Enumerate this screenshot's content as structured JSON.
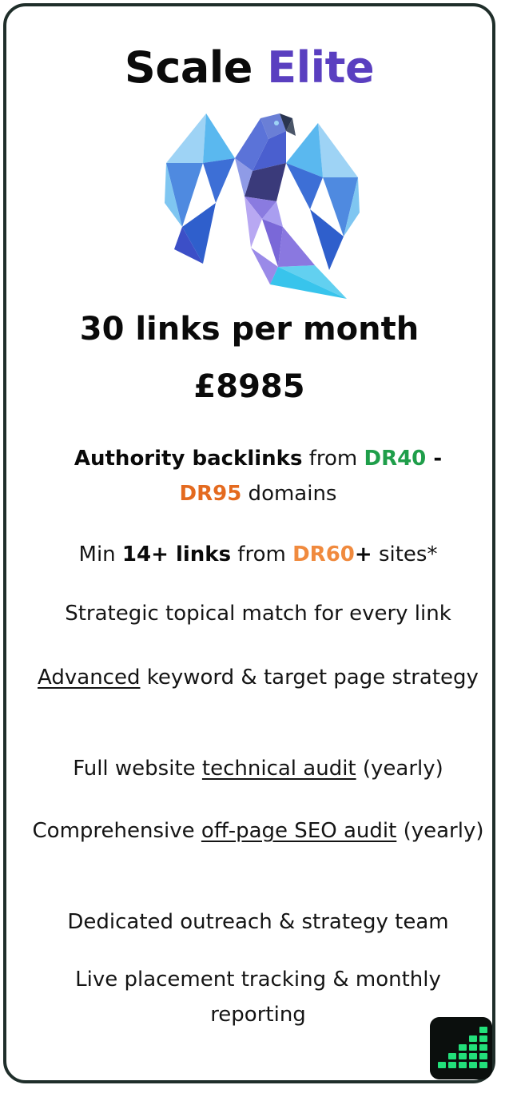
{
  "plan": {
    "title_main": "Scale",
    "title_accent": "Elite",
    "links_per_month": "30 links per month",
    "price": "£8985"
  },
  "features": {
    "f1": {
      "bold": "Authority backlinks",
      "text_from": " from ",
      "dr_low": "DR40",
      "dash": " -",
      "dr_high": "DR95",
      "tail": " domains"
    },
    "f2": {
      "prefix": "Min ",
      "bold": "14+ links",
      "mid": " from ",
      "dr": "DR60",
      "plus": "+",
      "tail": " sites*"
    },
    "f3": {
      "text": "Strategic topical match for every link"
    },
    "f4": {
      "underlined": "Advanced",
      "tail": " keyword & target page strategy"
    },
    "f5": {
      "prefix": "Full website ",
      "underlined": "technical audit",
      "tail": " (yearly)"
    },
    "f6": {
      "prefix": "Comprehensive ",
      "underlined": "off-page SEO audit",
      "tail": " (yearly)"
    },
    "f7": {
      "text": "Dedicated outreach & strategy team"
    },
    "f8": {
      "text": "Live placement tracking & monthly reporting"
    }
  },
  "colors": {
    "accent": "#5a3fc0",
    "dr_green": "#1f9e4a",
    "dr_orange": "#e46a1f",
    "dr_orange_light": "#f08a3e",
    "border": "#1f2e2a",
    "badge_bg": "#0b0f0d",
    "badge_bars": "#22e07a"
  },
  "icons": {
    "mascot": "origami-parrot-icon",
    "badge": "growth-bars-logo-icon"
  }
}
